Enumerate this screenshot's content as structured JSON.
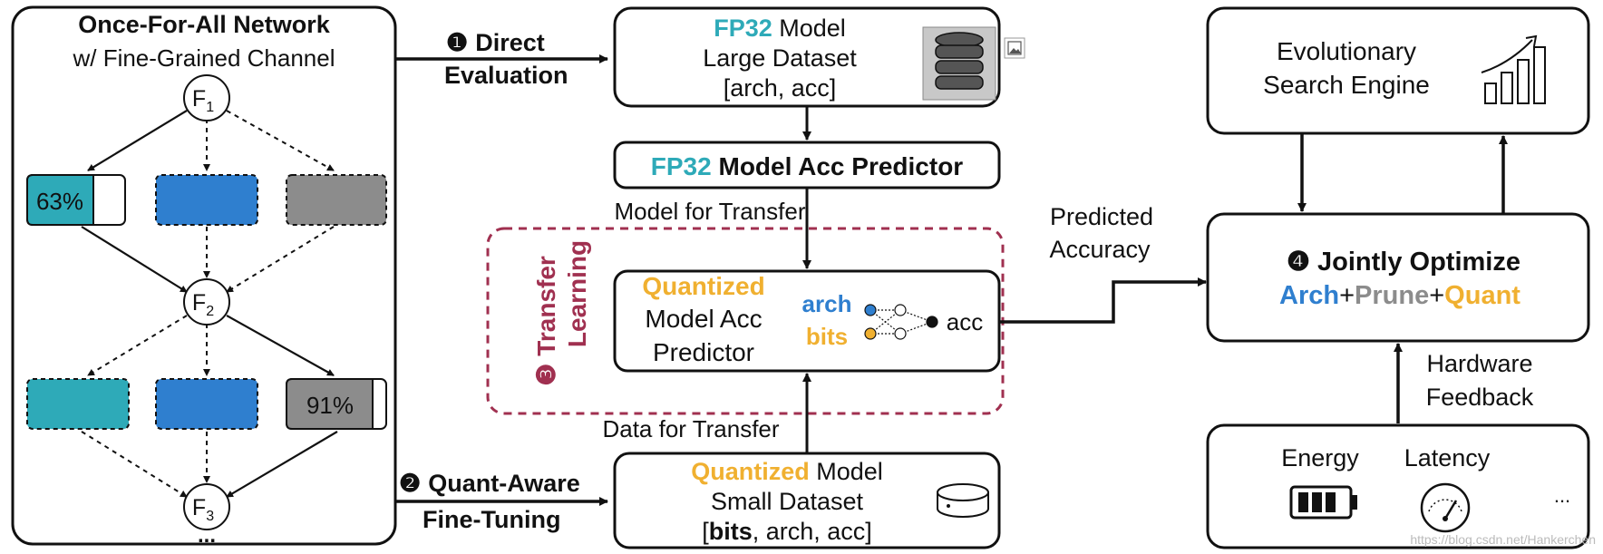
{
  "colors": {
    "teal": "#2eaab8",
    "blue": "#2f7fcf",
    "gray": "#8c8c8c",
    "orange": "#f0b030",
    "maroon": "#a03050",
    "black": "#111111"
  },
  "ofa": {
    "title": "Once-For-All Network",
    "subtitle": "w/ Fine-Grained Channel",
    "f1": "F",
    "f1_sub": "1",
    "f2": "F",
    "f2_sub": "2",
    "f3": "F",
    "f3_sub": "3",
    "pct_top": "63%",
    "pct_bottom": "91%",
    "ellipsis": "..."
  },
  "step1": {
    "num": "❶",
    "line1": "Direct",
    "line2": "Evaluation"
  },
  "step2": {
    "num": "❷",
    "line1": "Quant-Aware",
    "line2": "Fine-Tuning"
  },
  "fp32_box": {
    "prefix": "FP32",
    "line1_rest": " Model",
    "line2": "Large Dataset",
    "line3": "[arch, acc]",
    "icon": "database-icon"
  },
  "fp32_pred": {
    "prefix": "FP32",
    "rest": " Model Acc Predictor"
  },
  "model_for_transfer": "Model for Transfer",
  "data_for_transfer": "Data for Transfer",
  "transfer_learning": {
    "num": "❸",
    "line1": "Transfer",
    "line2": "Learning"
  },
  "quant_pred": {
    "line1": "Quantized",
    "line2": "Model Acc",
    "line3": "Predictor",
    "arch": "arch",
    "bits": "bits",
    "acc": "acc"
  },
  "quant_box": {
    "prefix": "Quantized",
    "line1_rest": " Model",
    "line2": "Small Dataset",
    "line3_open": "[",
    "line3_bold": "bits",
    "line3_rest": ", arch, acc]",
    "icon": "disk-icon"
  },
  "predicted_accuracy": {
    "line1": "Predicted",
    "line2": "Accuracy"
  },
  "evo": {
    "line1": "Evolutionary",
    "line2": "Search Engine",
    "icon": "growth-chart-icon"
  },
  "joint": {
    "num": "❹",
    "title": "Jointly Optimize",
    "arch": "Arch",
    "plus1": "+",
    "prune": "Prune",
    "plus2": "+",
    "quant": "Quant"
  },
  "hw_feedback": {
    "line1": "Hardware",
    "line2": "Feedback"
  },
  "hardware": {
    "energy": "Energy",
    "latency": "Latency",
    "more": "...",
    "energy_icon": "battery-icon",
    "latency_icon": "speedometer-icon"
  },
  "watermark": "https://blog.csdn.net/Hankerchen"
}
